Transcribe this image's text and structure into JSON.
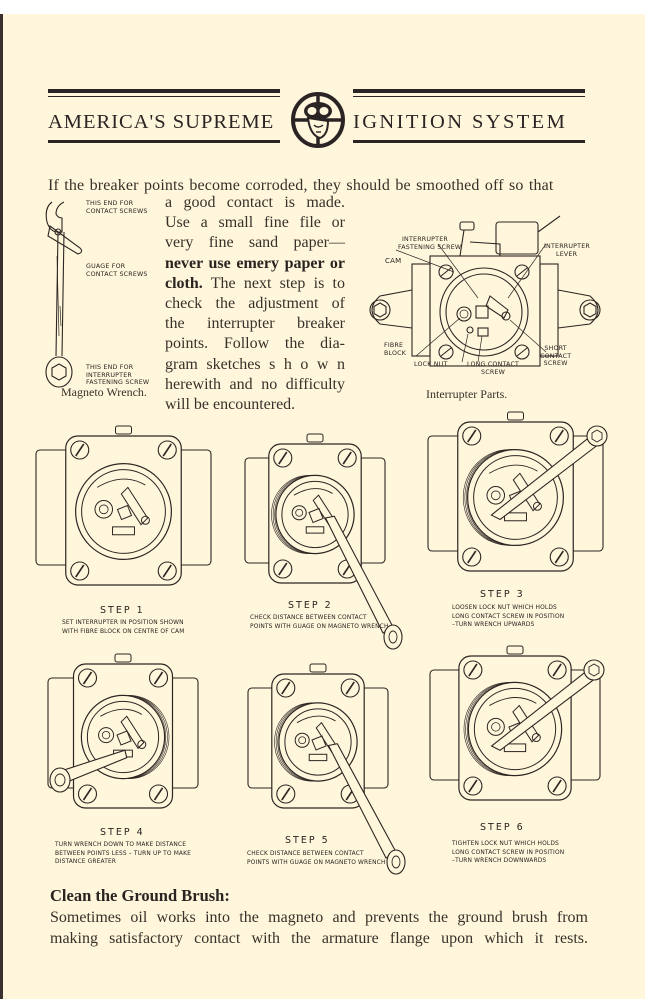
{
  "page": {
    "background": "#fff6dc",
    "ink": "#2b2424"
  },
  "header": {
    "left_title": "AMERICA'S SUPREME",
    "right_title": "IGNITION SYSTEM",
    "logo_icon": "aviator-head-emblem-icon"
  },
  "intro": {
    "first_line": "If the breaker points become corroded, they should be smoothed off so that",
    "paragraph_lines": [
      {
        "text": "a good contact is made.",
        "bold": false
      },
      {
        "text": "Use a small fine file or",
        "bold": false
      },
      {
        "text": "very fine sand paper—",
        "bold": false
      },
      {
        "text": "never use emery paper or",
        "bold": true
      },
      {
        "bold_prefix": "cloth.",
        "text": " The next step is to"
      },
      {
        "text": "check the adjustment of",
        "bold": false
      },
      {
        "text": "the interrupter breaker",
        "bold": false
      },
      {
        "text": "points. Follow the dia-",
        "bold": false
      },
      {
        "text": "gram sketches s h o w n",
        "bold": false
      },
      {
        "text": "herewith and no difficulty",
        "bold": false
      },
      {
        "text": "will be encountered.",
        "bold": false
      }
    ]
  },
  "wrench_figure": {
    "labels": {
      "top": [
        "THIS END FOR",
        "CONTACT SCREWS"
      ],
      "middle": [
        "GUAGE FOR",
        "CONTACT SCREWS"
      ],
      "bottom": [
        "THIS END FOR",
        "INTERRUPTER",
        "FASTENING SCREW"
      ]
    },
    "caption": "Magneto Wrench."
  },
  "interrupter_figure": {
    "labels": {
      "fastening_screw": [
        "INTERRUPTER",
        "FASTENING SCREW"
      ],
      "lever": [
        "INTERRUPTER",
        "LEVER"
      ],
      "cam": "CAM",
      "fibre_block": [
        "FIBRE",
        "BLOCK"
      ],
      "lock_nut": "LOCK NUT",
      "long_contact": [
        "LONG CONTACT",
        "SCREW"
      ],
      "short_contact": [
        "SHORT",
        "CONTACT",
        "SCREW"
      ]
    },
    "caption": "Interrupter Parts."
  },
  "steps": [
    {
      "title": "STEP 1",
      "lines": [
        "SET INTERRUPTER IN POSITION SHOWN",
        "WITH FIBRE BLOCK ON CENTRE OF CAM"
      ]
    },
    {
      "title": "STEP 2",
      "lines": [
        "CHECK DISTANCE BETWEEN CONTACT",
        "POINTS WITH GUAGE ON MAGNETO WRENCH"
      ]
    },
    {
      "title": "STEP 3",
      "lines": [
        "LOOSEN LOCK NUT WHICH HOLDS",
        "LONG CONTACT SCREW IN POSITION",
        "–TURN WRENCH UPWARDS"
      ]
    },
    {
      "title": "STEP 4",
      "lines": [
        "TURN WRENCH DOWN TO MAKE DISTANCE",
        "BETWEEN POINTS LESS – TURN UP TO MAKE",
        "DISTANCE GREATER"
      ]
    },
    {
      "title": "STEP 5",
      "lines": [
        "CHECK DISTANCE BETWEEN CONTACT",
        "POINTS WITH GUAGE ON MAGNETO WRENCH"
      ]
    },
    {
      "title": "STEP 6",
      "lines": [
        "TIGHTEN LOCK NUT WHICH HOLDS",
        "LONG CONTACT SCREW IN POSITION",
        "–TURN WRENCH DOWNWARDS"
      ]
    }
  ],
  "ground_brush": {
    "heading": "Clean the Ground Brush:",
    "lines": [
      "Sometimes oil works into the magneto and prevents the ground brush from",
      "making satisfactory contact with the armature flange upon which it rests."
    ]
  }
}
